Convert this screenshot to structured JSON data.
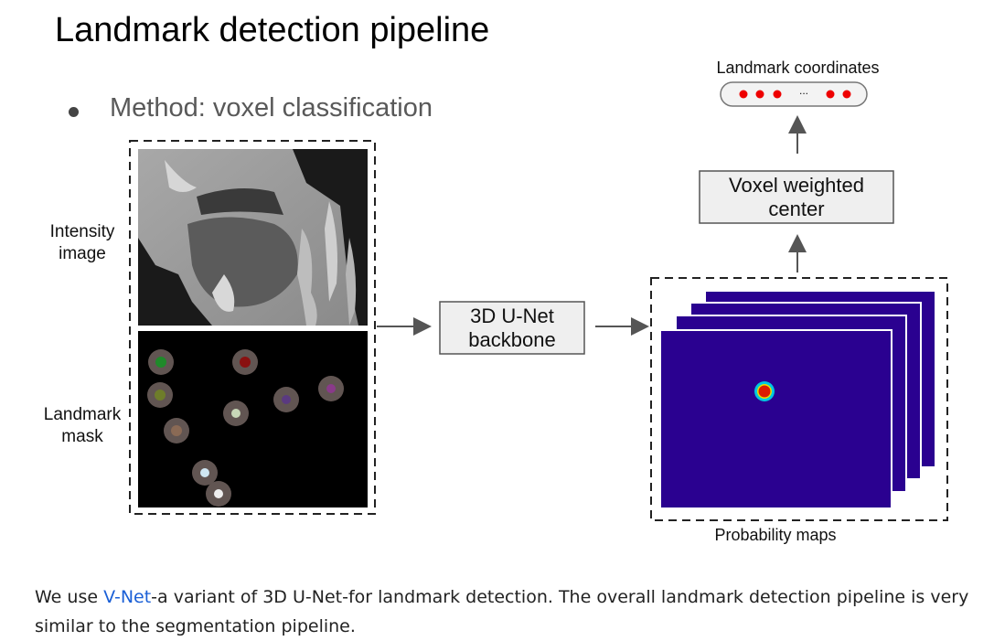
{
  "title": "Landmark detection pipeline",
  "bullet": "Method: voxel classification",
  "labels": {
    "intensity_image": "Intensity image",
    "landmark_mask": "Landmark mask",
    "unet": "3D U-Net backbone",
    "voxel_center": "Voxel weighted center",
    "landmark_coordinates": "Landmark coordinates",
    "probability_maps": "Probability maps",
    "ellipsis": "..."
  },
  "paragraph": {
    "before_link": "We use ",
    "link": "V-Net",
    "after_link": "-a variant of 3D U-Net-for landmark detection. The overall landmark detection pipeline is very similar to the segmentation pipeline."
  },
  "colors": {
    "prob_map": "#2a0190",
    "dot_red": "#ee0000",
    "box_fill": "#efefef"
  }
}
